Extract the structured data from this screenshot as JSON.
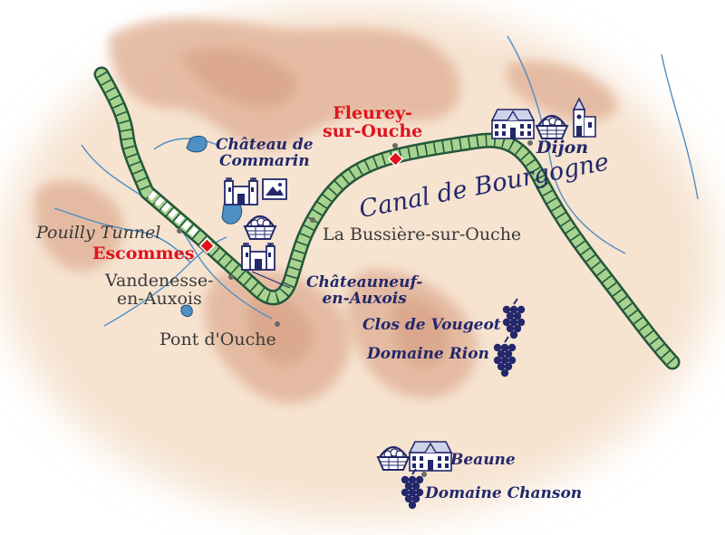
{
  "map": {
    "canal_name": "Canal de Bourgogne",
    "colors": {
      "canal_fill": "#a7d28f",
      "canal_outline": "#23573a",
      "stop_marker": "#e1121b",
      "label_navy": "#22286b",
      "label_red": "#e1121b",
      "label_gray": "#3a3a3a",
      "water": "#4e8fc4",
      "terrain_light": "#f6e3d0",
      "terrain_dark": "#e2b59b"
    },
    "stops": {
      "fleurey_line1": "Fleurey-",
      "fleurey_line2": "sur-Ouche",
      "escommes": "Escommes"
    },
    "towns": {
      "pouilly_tunnel": "Pouilly Tunnel",
      "vandenesse_line1": "Vandenesse-",
      "vandenesse_line2": "en-Auxois",
      "pont_douche": "Pont d'Ouche",
      "la_bussiere": "La Bussière-sur-Ouche"
    },
    "sites": {
      "chateau_commarin_line1": "Château de",
      "chateau_commarin_line2": "Commarin",
      "chateauneuf_line1": "Châteauneuf-",
      "chateauneuf_line2": "en-Auxois",
      "clos_de_vougeot": "Clos de Vougeot",
      "domaine_rion": "Domaine Rion",
      "domaine_chanson": "Domaine Chanson"
    },
    "cities": {
      "dijon": "Dijon",
      "beaune": "Beaune"
    },
    "icons": [
      "chateau-icon",
      "market-basket-icon",
      "cathedral-icon",
      "grape-cluster-icon",
      "painting-icon",
      "stop-diamond-icon",
      "town-dot-icon"
    ]
  }
}
